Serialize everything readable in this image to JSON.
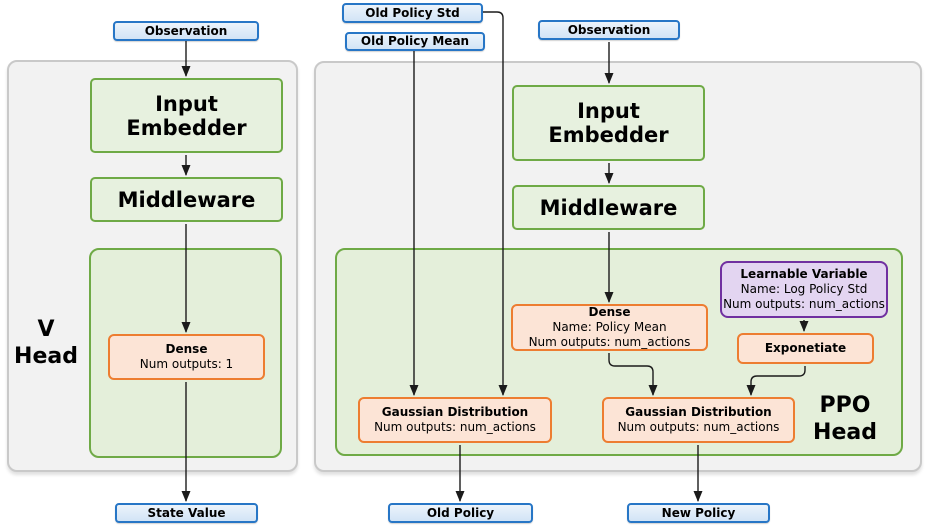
{
  "colors": {
    "io_fill": "#DEEBF7",
    "io_border": "#2776C6",
    "module_fill": "#E2EFDA",
    "module_border": "#70AD47",
    "layer_fill": "#FCE4D6",
    "layer_border": "#ED7D31",
    "variable_fill": "#E3D5F1",
    "variable_border": "#7030A0",
    "panel_fill": "#F2F2F2",
    "arrow": "#1b1b1b"
  },
  "v_head": {
    "title_line1": "V",
    "title_line2": "Head",
    "observation_label": "Observation",
    "input_embedder_label": "Input Embedder",
    "middleware_label": "Middleware",
    "dense": {
      "title": "Dense",
      "detail1": "Num outputs: 1"
    },
    "state_value_label": "State Value"
  },
  "ppo_head": {
    "title_line1": "PPO",
    "title_line2": "Head",
    "old_policy_std_label": "Old Policy Std",
    "old_policy_mean_label": "Old Policy Mean",
    "observation_label": "Observation",
    "input_embedder_label": "Input Embedder",
    "middleware_label": "Middleware",
    "dense": {
      "title": "Dense",
      "detail1": "Name: Policy Mean",
      "detail2": "Num outputs: num_actions"
    },
    "learnable_variable": {
      "title": "Learnable Variable",
      "detail1": "Name: Log Policy Std",
      "detail2": "Num outputs: num_actions"
    },
    "exponentiate_label": "Exponetiate",
    "gaussian_old": {
      "title": "Gaussian Distribution",
      "detail1": "Num outputs: num_actions"
    },
    "gaussian_new": {
      "title": "Gaussian Distribution",
      "detail1": "Num outputs: num_actions"
    },
    "old_policy_label": "Old Policy",
    "new_policy_label": "New Policy"
  }
}
